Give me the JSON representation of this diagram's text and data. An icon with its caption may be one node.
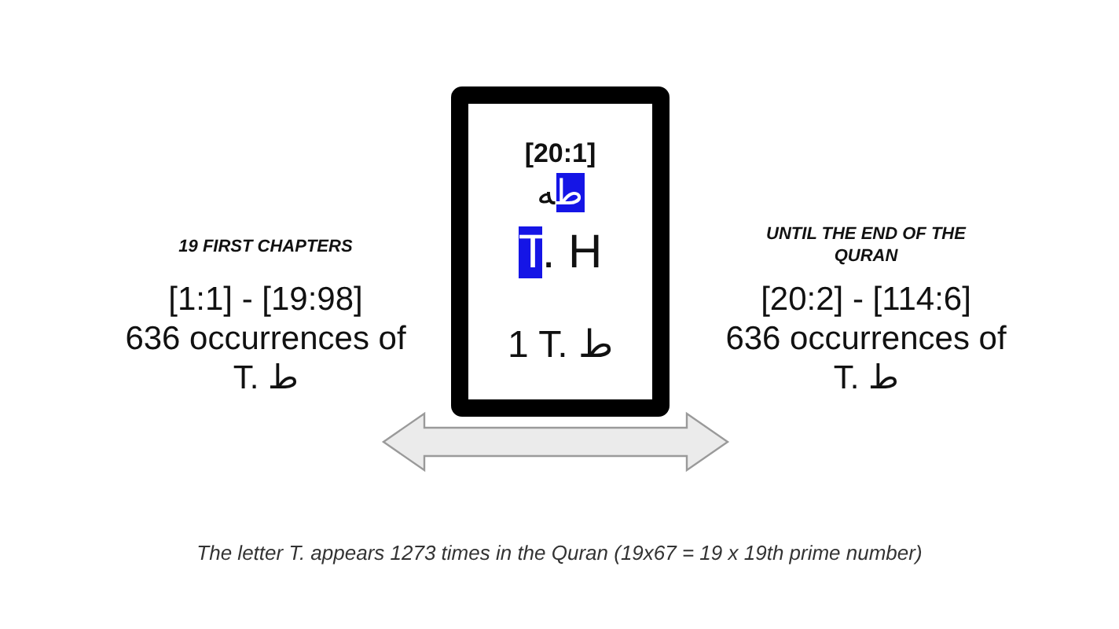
{
  "diagram": {
    "caption": "The letter T. appears 1273 times in the Quran (19x67 = 19 x 19th prime number)",
    "nodes": [
      {
        "text": [
          "19 FIRST CHAPTERS",
          "[1:1] - [19:98]",
          "636 occurrences of T. ط"
        ]
      },
      {
        "text": [
          "[20:1]",
          "طه",
          "T. H",
          "1 T. ط"
        ]
      },
      {
        "text": [
          "UNTIL THE END OF THE QURAN",
          "[20:2] - [114:6]",
          "636 occurrences of T. ط"
        ]
      }
    ],
    "edges": [
      {
        "from": 0,
        "to": 2,
        "arrow": "both"
      }
    ]
  }
}
